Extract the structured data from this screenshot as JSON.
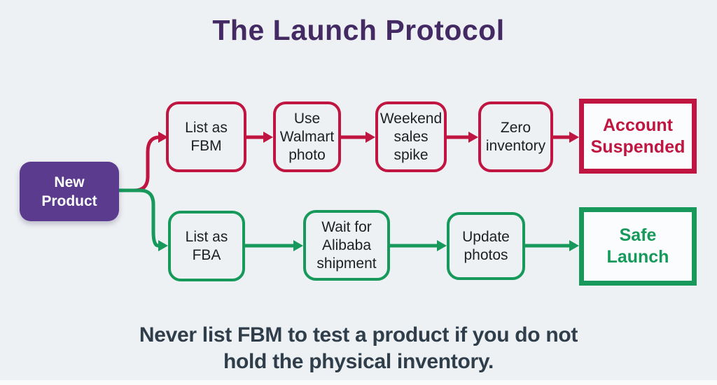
{
  "title": "The Launch Protocol",
  "colors": {
    "red": "#bf1540",
    "green": "#16995a",
    "purple_box": "#5a3b8d",
    "title": "#432a63",
    "caption": "#2f3e4a",
    "bg": "#eef1f4",
    "text_dark": "#1d1f22",
    "box_fill": "#fbfcfd"
  },
  "start": {
    "label": "New\nProduct"
  },
  "top_path": {
    "steps": [
      "List as\nFBM",
      "Use\nWalmart\nphoto",
      "Weekend\nsales\nspike",
      "Zero\ninventory"
    ],
    "outcome": "Account\nSuspended"
  },
  "bottom_path": {
    "steps": [
      "List as\nFBA",
      "Wait for\nAlibaba\nshipment",
      "Update\nphotos"
    ],
    "outcome": "Safe\nLaunch"
  },
  "caption": "Never list FBM to test a product if you do not\nhold the physical inventory."
}
